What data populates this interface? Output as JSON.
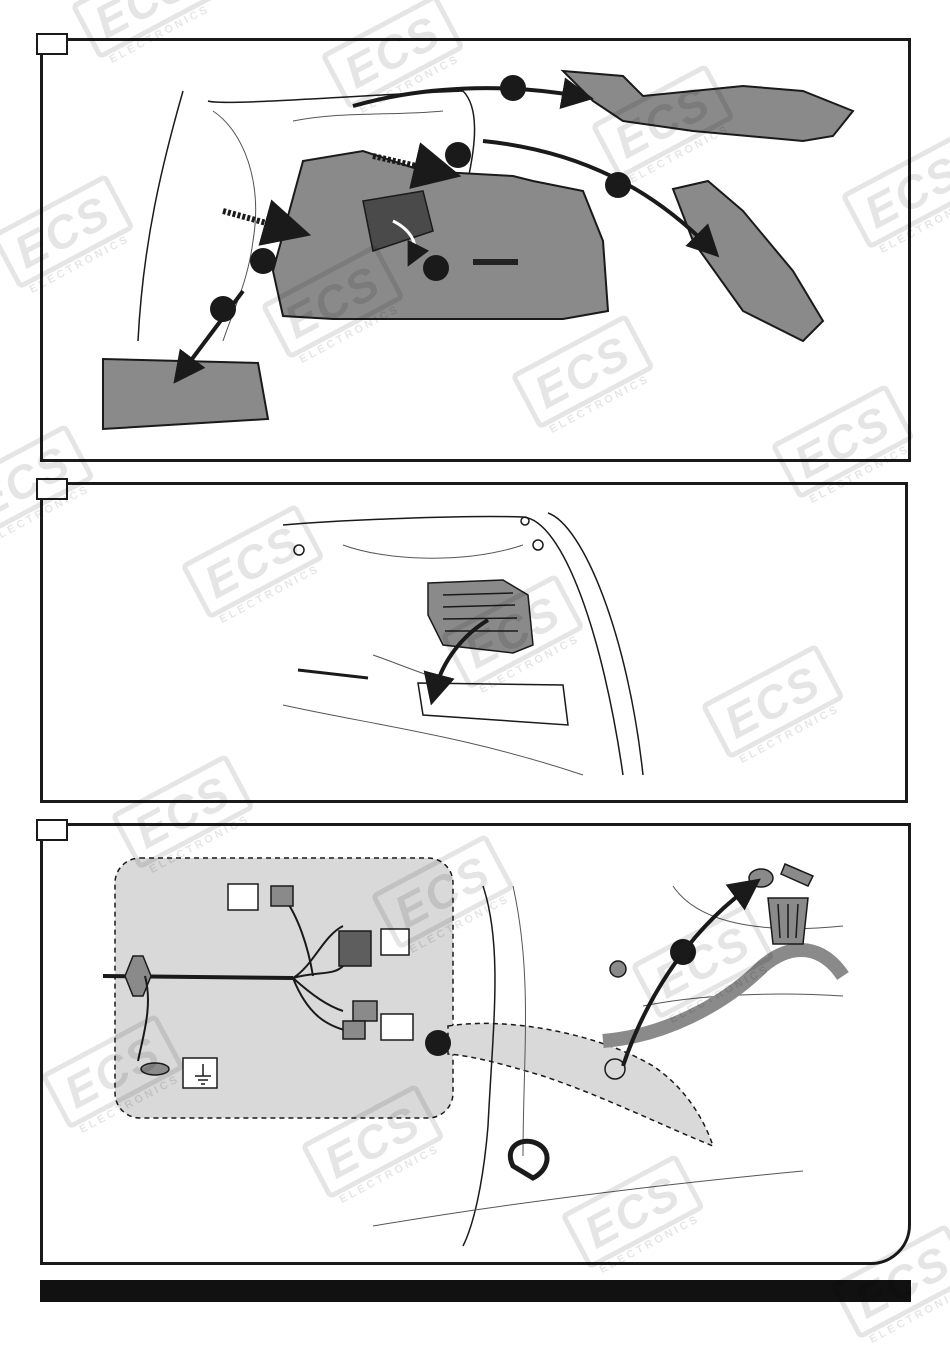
{
  "watermark": {
    "logo": "ECS",
    "subtitle": "ELECTRONICS"
  },
  "colors": {
    "panel_fill": "#8a8a8a",
    "panel_dark": "#5e5e5e",
    "line": "#1a1a1a",
    "dashed_area": "#d9d9d9",
    "watermark": "#bdbdbd"
  },
  "steps": [
    {
      "name": "step-1"
    },
    {
      "name": "step-2"
    },
    {
      "name": "step-3"
    }
  ],
  "icons": [
    "arrow-icon",
    "step-marker-icon",
    "ground-symbol-icon",
    "trash-bin-icon",
    "connector-icon",
    "grommet-icon",
    "cap-icon"
  ]
}
